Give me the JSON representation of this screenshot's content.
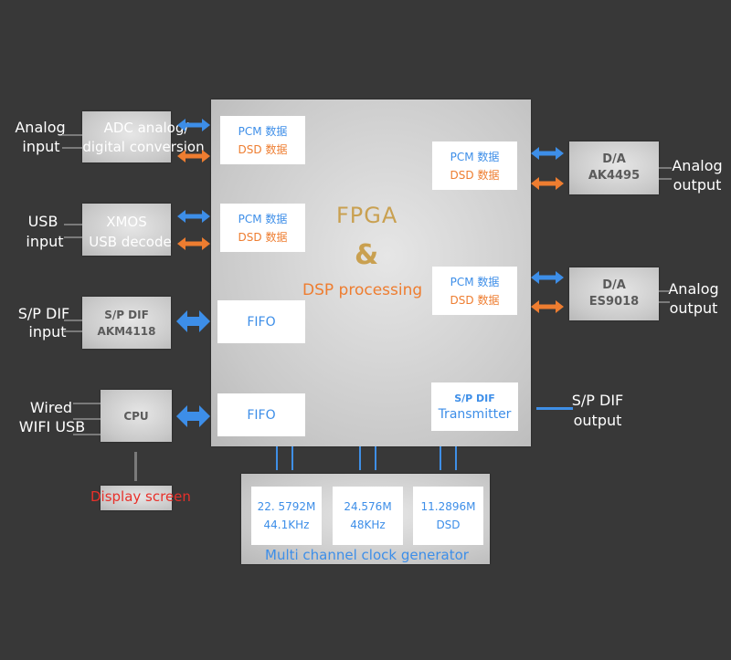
{
  "colors": {
    "background": "#383838",
    "pcm_blue": "#3d8ee8",
    "dsd_orange": "#ee7d30",
    "fpga_gold": "#c9a050",
    "display_red": "#e8302a"
  },
  "inputs": [
    {
      "label_line1": "Analog",
      "label_line2": "input",
      "chip_line1": "ADC analog/",
      "chip_line2": "digital conversion"
    },
    {
      "label_line1": "USB",
      "label_line2": "input",
      "chip_line1": "XMOS",
      "chip_line2": "USB decode"
    },
    {
      "label_line1": "S/P DIF",
      "label_line2": "input",
      "chip_line1": "S/P DIF",
      "chip_line2": "AKM4118"
    },
    {
      "label_line1": "Wired",
      "label_line2": "WIFI USB",
      "chip_line1": "CPU",
      "chip_line2": ""
    }
  ],
  "fpga": {
    "title": "FPGA",
    "ampersand": "&",
    "subtitle": "DSP processing",
    "data_blocks": [
      {
        "pcm": "PCM 数据",
        "dsd": "DSD 数据"
      },
      {
        "pcm": "PCM 数据",
        "dsd": "DSD 数据"
      },
      {
        "pcm": "PCM 数据",
        "dsd": "DSD 数据"
      },
      {
        "pcm": "PCM 数据",
        "dsd": "DSD 数据"
      }
    ],
    "fifo_blocks": [
      "FIFO",
      "FIFO"
    ],
    "transmitter": {
      "line1": "S/P DIF",
      "line2": "Transmitter"
    }
  },
  "outputs": [
    {
      "chip_line1": "D/A",
      "chip_line2": "AK4495",
      "label_line1": "Analog",
      "label_line2": "output"
    },
    {
      "chip_line1": "D/A",
      "chip_line2": "ES9018",
      "label_line1": "Analog",
      "label_line2": "output"
    },
    {
      "label_line1": "S/P DIF",
      "label_line2": "output"
    }
  ],
  "display": {
    "label": "Display screen"
  },
  "clock": {
    "title": "Multi channel clock generator",
    "blocks": [
      {
        "line1": "22. 5792M",
        "line2": "44.1KHz"
      },
      {
        "line1": "24.576M",
        "line2": "48KHz"
      },
      {
        "line1": "11.2896M",
        "line2": "DSD"
      }
    ]
  }
}
